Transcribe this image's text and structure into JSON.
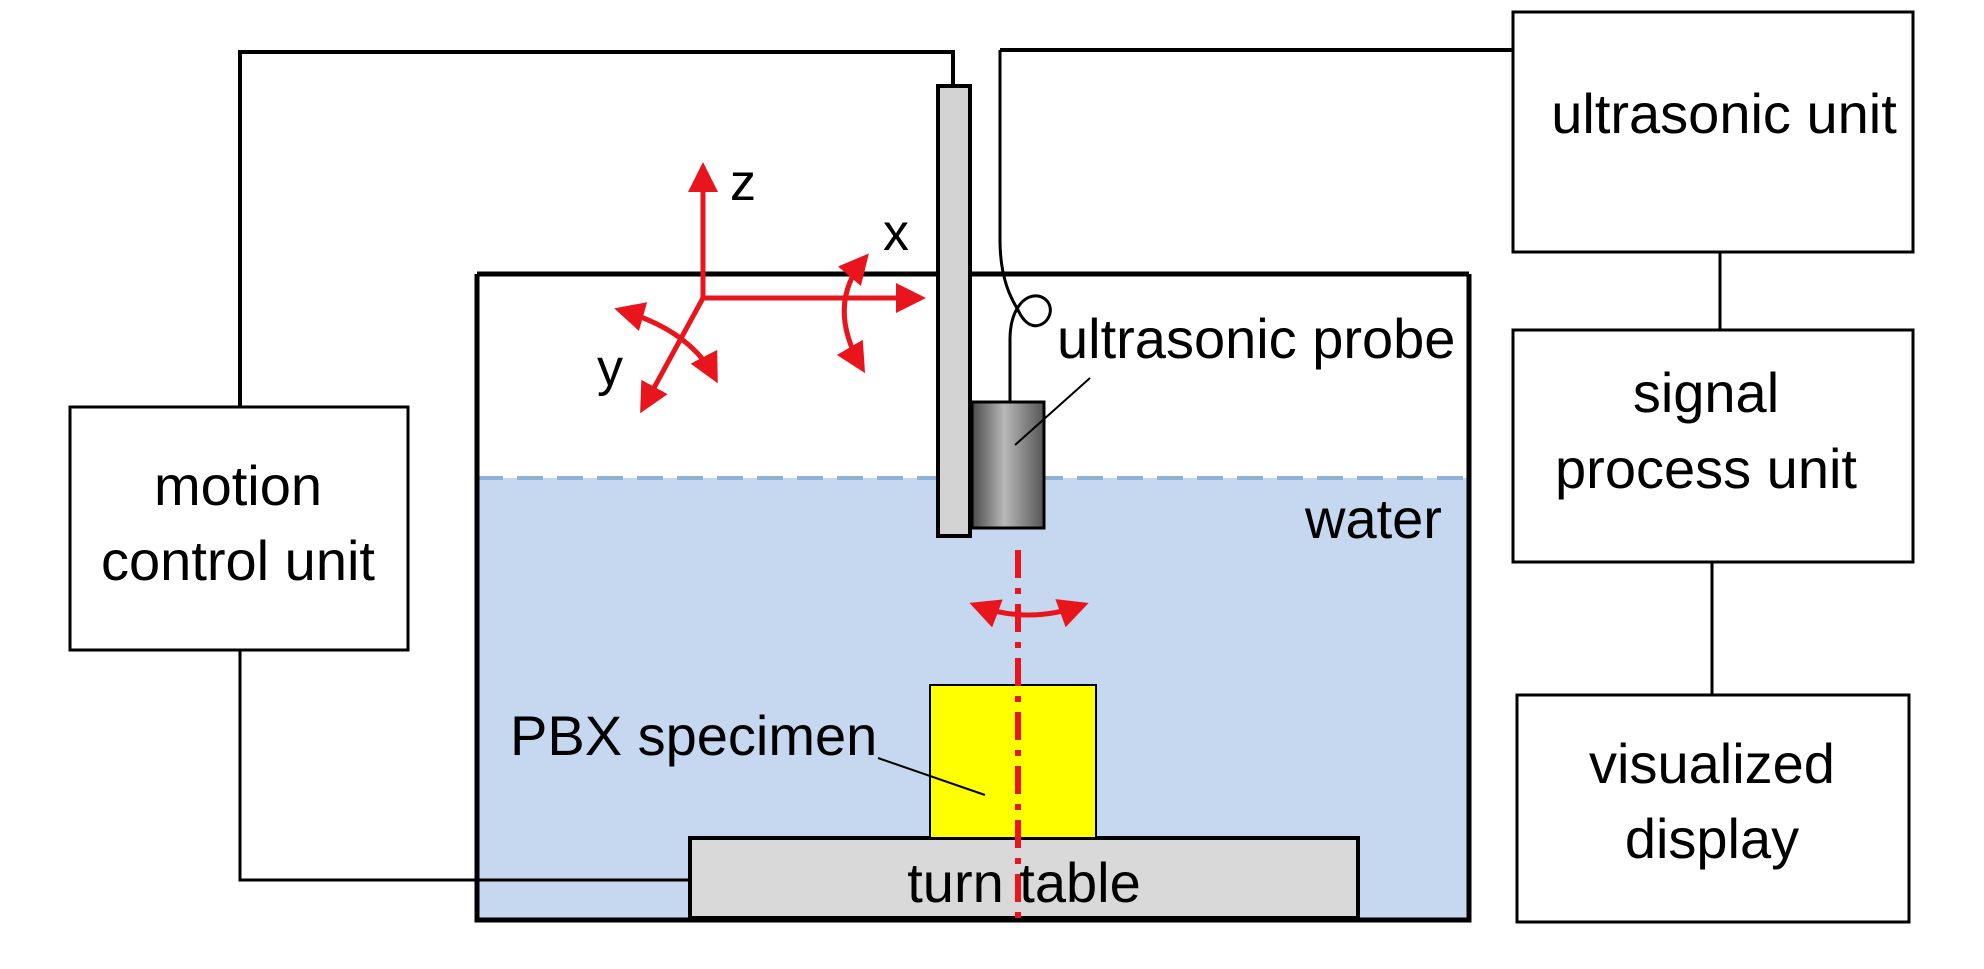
{
  "labels": {
    "ultrasonic_unit": "ultrasonic unit",
    "signal_process_line1": "signal",
    "signal_process_line2": "process unit",
    "visualized_line1": "visualized",
    "visualized_line2": "display",
    "motion_line1": "motion",
    "motion_line2": "control unit",
    "ultrasonic_probe": "ultrasonic probe",
    "water": "water",
    "pbx_specimen": "PBX specimen",
    "turn_table": "turn table",
    "axis_z": "z",
    "axis_x": "x",
    "axis_y": "y"
  },
  "colors": {
    "water": "#c5d8f0",
    "water_surface": "#8fb0d8",
    "specimen": "#ffff00",
    "turn_table": "#d9d9d9",
    "probe": "#7a7a7a",
    "probe_rod": "#d3d3d3",
    "axis_red": "#e8161c",
    "line": "#000000"
  }
}
